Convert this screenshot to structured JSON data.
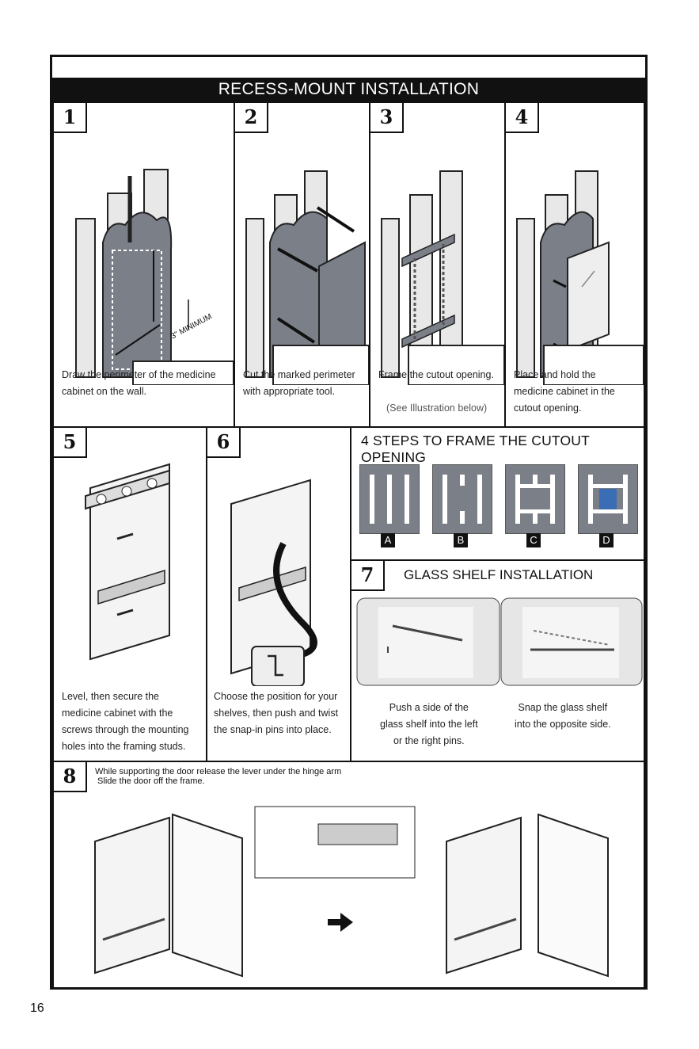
{
  "title": "RECESS-MOUNT INSTALLATION",
  "steps": [
    {
      "number": "1",
      "caption": [
        "Draw the perimeter of the medicine",
        "cabinet on the wall."
      ],
      "annotation": "3\" MINIMUM"
    },
    {
      "number": "2",
      "caption": [
        "Cut the marked perimeter",
        "with appropriate tool."
      ]
    },
    {
      "number": "3",
      "caption": [
        "Frame the cutout opening."
      ],
      "note": "(See Illustration below)"
    },
    {
      "number": "4",
      "caption": [
        "Place and hold the",
        "medicine cabinet in the",
        "cutout opening."
      ]
    },
    {
      "number": "5",
      "caption": [
        "Level, then secure the",
        "medicine cabinet with the",
        "screws through the mounting",
        "holes into the framing studs."
      ]
    },
    {
      "number": "6",
      "caption": [
        "Choose the position for your",
        "shelves, then push and twist",
        "the snap-in pins into place."
      ]
    }
  ],
  "frame_steps": {
    "title": "4 STEPS TO FRAME THE CUTOUT OPENING",
    "labels": [
      "A",
      "B",
      "C",
      "D"
    ]
  },
  "glass_shelf": {
    "number": "7",
    "title": "GLASS SHELF INSTALLATION",
    "left_caption": [
      "Push a side of the",
      "glass shelf into the left",
      "or the right pins."
    ],
    "right_caption": [
      "Snap the glass shelf",
      "into the opposite side."
    ]
  },
  "door_removal": {
    "number": "8",
    "line1": "While supporting the door release the lever under the hinge arm",
    "line2": " Slide the door off the frame."
  },
  "page_number": "16",
  "colors": {
    "frame": "#111111",
    "illustration_gray": "#7b7f88",
    "accent_blue": "#3a6db3"
  }
}
